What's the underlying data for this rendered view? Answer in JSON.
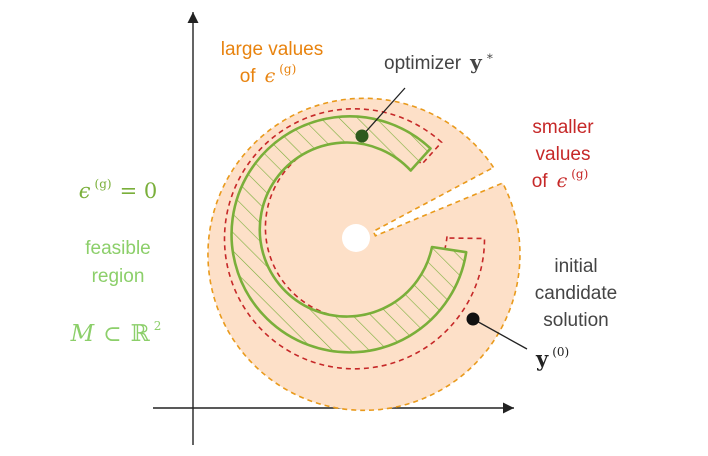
{
  "colors": {
    "orange_fill": "#fde0c8",
    "orange_edge": "#e99a1c",
    "orange_text": "#e8830f",
    "red": "#c62828",
    "green": "#7aaf3a",
    "green_light": "#8ccf6a",
    "dark": "#222222",
    "dark_green": "#2e5a1e",
    "gray_text": "#444444"
  },
  "labels": {
    "large_values": "large values",
    "of_prefix": "of",
    "epsilon": "ϵ",
    "g_sup": "(g)",
    "optimizer": "optimizer",
    "y_star_base": "y",
    "star": "∗",
    "smaller": "smaller",
    "values": "values",
    "eps_eq_zero": "= 0",
    "feasible": "feasible",
    "region": "region",
    "manifold_M": "M",
    "subset": "⊂",
    "reals": "ℝ",
    "two": "2",
    "initial": "initial",
    "candidate": "candidate",
    "solution": "solution",
    "y0_base": "y",
    "y0_sup": "(0)"
  }
}
